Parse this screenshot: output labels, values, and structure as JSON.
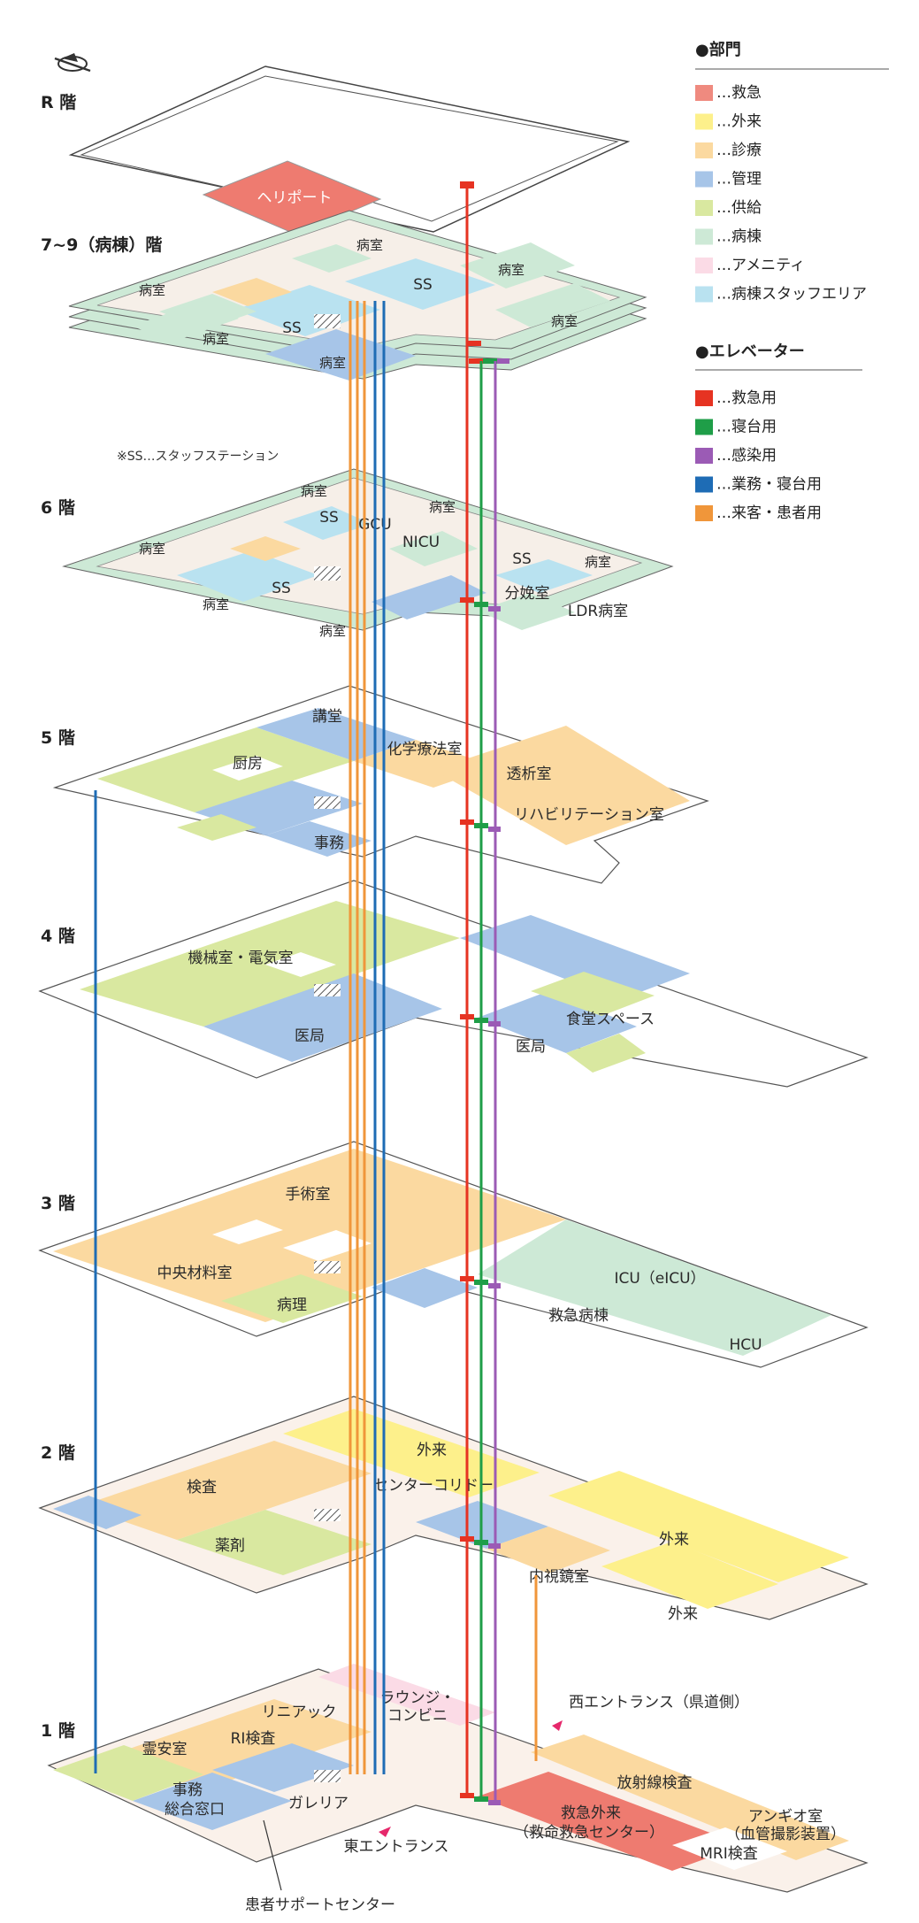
{
  "legend": {
    "dept_heading": "●部門",
    "departments": [
      {
        "label": "…救急",
        "color": "#ef8a7f"
      },
      {
        "label": "…外来",
        "color": "#fdf08b"
      },
      {
        "label": "…診療",
        "color": "#fbd9a0"
      },
      {
        "label": "…管理",
        "color": "#a7c5e8"
      },
      {
        "label": "…供給",
        "color": "#d9e8a0"
      },
      {
        "label": "…病棟",
        "color": "#cde9d6"
      },
      {
        "label": "…アメニティ",
        "color": "#fbdbe6"
      },
      {
        "label": "…病棟スタッフエリア",
        "color": "#b9e2f0"
      }
    ],
    "elev_heading": "●エレベーター",
    "elevators": [
      {
        "label": "…救急用",
        "color": "#e63322"
      },
      {
        "label": "…寝台用",
        "color": "#1f9e48"
      },
      {
        "label": "…感染用",
        "color": "#9b5bb5"
      },
      {
        "label": "…業務・寝台用",
        "color": "#1e6cb5"
      },
      {
        "label": "…来客・患者用",
        "color": "#f0963a"
      }
    ]
  },
  "floors": {
    "r": {
      "name": "R 階",
      "heliport": "ヘリポート"
    },
    "f7_9": {
      "name": "7~9（病棟）階",
      "rooms": [
        "病室",
        "病室",
        "病室",
        "病室",
        "病室",
        "病室",
        "SS",
        "SS"
      ]
    },
    "note": "※SS…スタッフステーション",
    "f6": {
      "name": "6 階",
      "rooms": [
        "病室",
        "病室",
        "病室",
        "病室",
        "病室",
        "病室",
        "SS",
        "SS",
        "SS",
        "GCU",
        "NICU",
        "分娩室",
        "LDR病室"
      ]
    },
    "f5": {
      "name": "5 階",
      "rooms": [
        "講堂",
        "厨房",
        "化学療法室",
        "透析室",
        "リハビリテーション室",
        "事務"
      ]
    },
    "f4": {
      "name": "4 階",
      "rooms": [
        "機械室・電気室",
        "医局",
        "食堂スペース",
        "医局"
      ]
    },
    "f3": {
      "name": "3 階",
      "rooms": [
        "手術室",
        "中央材料室",
        "病理",
        "ICU（eICU）",
        "救急病棟",
        "HCU"
      ]
    },
    "f2": {
      "name": "2 階",
      "rooms": [
        "外来",
        "検査",
        "センターコリドー",
        "薬剤",
        "外来",
        "内視鏡室",
        "外来"
      ]
    },
    "f1": {
      "name": "1 階",
      "rooms": [
        "ラウンジ・",
        "コンビニ",
        "リニアック",
        "霊安室",
        "RI検査",
        "事務",
        "総合窓口",
        "ガレリア",
        "西エントランス（県道側）",
        "放射線検査",
        "救急外来",
        "（救命救急センター）",
        "アンギオ室",
        "（血管撮影装置）",
        "MRI検査",
        "東エントランス",
        "患者サポートセンター"
      ]
    }
  }
}
